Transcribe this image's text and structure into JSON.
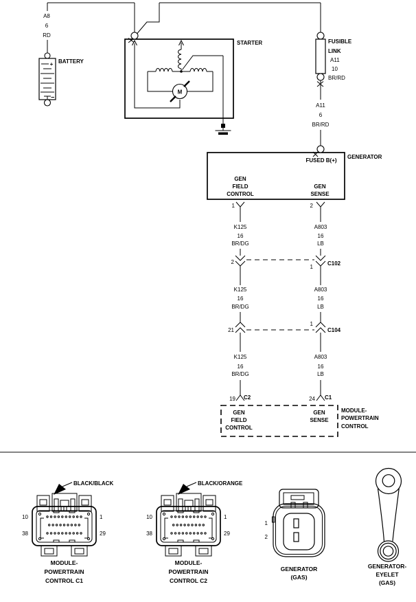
{
  "diagram": {
    "bus_wire": {
      "circuit": "A8",
      "gauge": "6",
      "color": "RD"
    },
    "battery": {
      "label": "BATTERY",
      "plus": "+"
    },
    "starter": {
      "label": "STARTER",
      "motor": "M"
    },
    "fusible_link": {
      "name_1": "FUSIBLE",
      "name_2": "LINK",
      "circuit": "A11",
      "gauge": "10",
      "color": "BR/RD"
    },
    "gen_feed_wire": {
      "circuit": "A11",
      "gauge": "6",
      "color": "BR/RD"
    },
    "generator": {
      "label": "GENERATOR",
      "terminal": "FUSED B(+)",
      "field_1": "GEN",
      "field_2": "FIELD",
      "field_3": "CONTROL",
      "sense_1": "GEN",
      "sense_2": "SENSE",
      "field_pin": "1",
      "sense_pin": "2"
    },
    "field_wire": {
      "circuit": "K125",
      "gauge": "16",
      "color": "BR/DG"
    },
    "sense_wire": {
      "circuit": "A803",
      "gauge": "16",
      "color": "LB"
    },
    "c102": {
      "label": "C102",
      "left_pin": "2",
      "right_pin": "1"
    },
    "c104": {
      "label": "C104",
      "left_pin": "21",
      "right_pin": "1"
    },
    "pcm": {
      "left_pin": "19",
      "left_connector": "C2",
      "right_pin": "24",
      "right_connector": "C1",
      "label_1": "MODULE-",
      "label_2": "POWERTRAIN",
      "label_3": "CONTROL",
      "field_1": "GEN",
      "field_2": "FIELD",
      "field_3": "CONTROL",
      "sense_1": "GEN",
      "sense_2": "SENSE"
    }
  },
  "connector_views": {
    "pcm_c1": {
      "callout": "BLACK/BLACK",
      "pin_top_left": "10",
      "pin_top_right": "1",
      "pin_bottom_left": "38",
      "pin_bottom_right": "29",
      "caption_1": "MODULE-",
      "caption_2": "POWERTRAIN",
      "caption_3": "CONTROL C1"
    },
    "pcm_c2": {
      "callout": "BLACK/ORANGE",
      "pin_top_left": "10",
      "pin_top_right": "1",
      "pin_bottom_left": "38",
      "pin_bottom_right": "29",
      "caption_1": "MODULE-",
      "caption_2": "POWERTRAIN",
      "caption_3": "CONTROL C2"
    },
    "generator_gas": {
      "pin_1": "1",
      "pin_2": "2",
      "caption_1": "GENERATOR",
      "caption_2": "(GAS)"
    },
    "generator_eyelet": {
      "caption_1": "GENERATOR-",
      "caption_2": "EYELET",
      "caption_3": "(GAS)"
    }
  }
}
